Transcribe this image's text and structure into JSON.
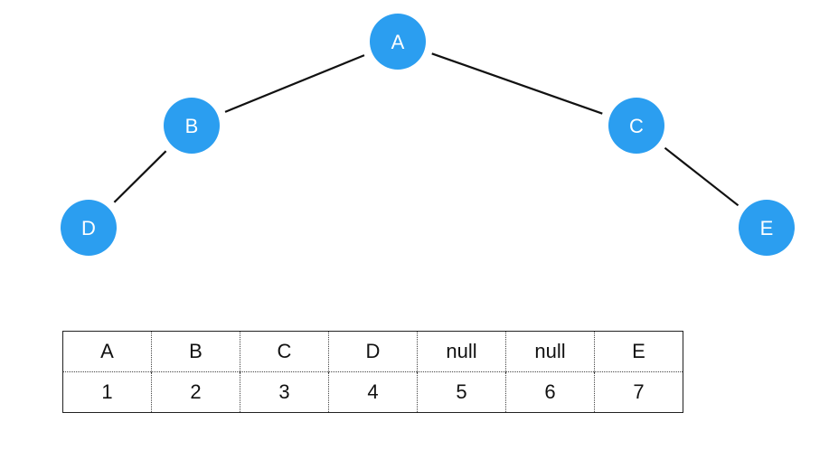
{
  "tree": {
    "node_color": "#2b9ef0",
    "edge_color": "#111111",
    "nodes": [
      {
        "id": "A",
        "label": "A"
      },
      {
        "id": "B",
        "label": "B"
      },
      {
        "id": "C",
        "label": "C"
      },
      {
        "id": "D",
        "label": "D"
      },
      {
        "id": "E",
        "label": "E"
      }
    ],
    "edges": [
      [
        "A",
        "B"
      ],
      [
        "A",
        "C"
      ],
      [
        "B",
        "D"
      ],
      [
        "C",
        "E"
      ]
    ]
  },
  "array_table": {
    "values": [
      "A",
      "B",
      "C",
      "D",
      "null",
      "null",
      "E"
    ],
    "indices": [
      "1",
      "2",
      "3",
      "4",
      "5",
      "6",
      "7"
    ]
  }
}
